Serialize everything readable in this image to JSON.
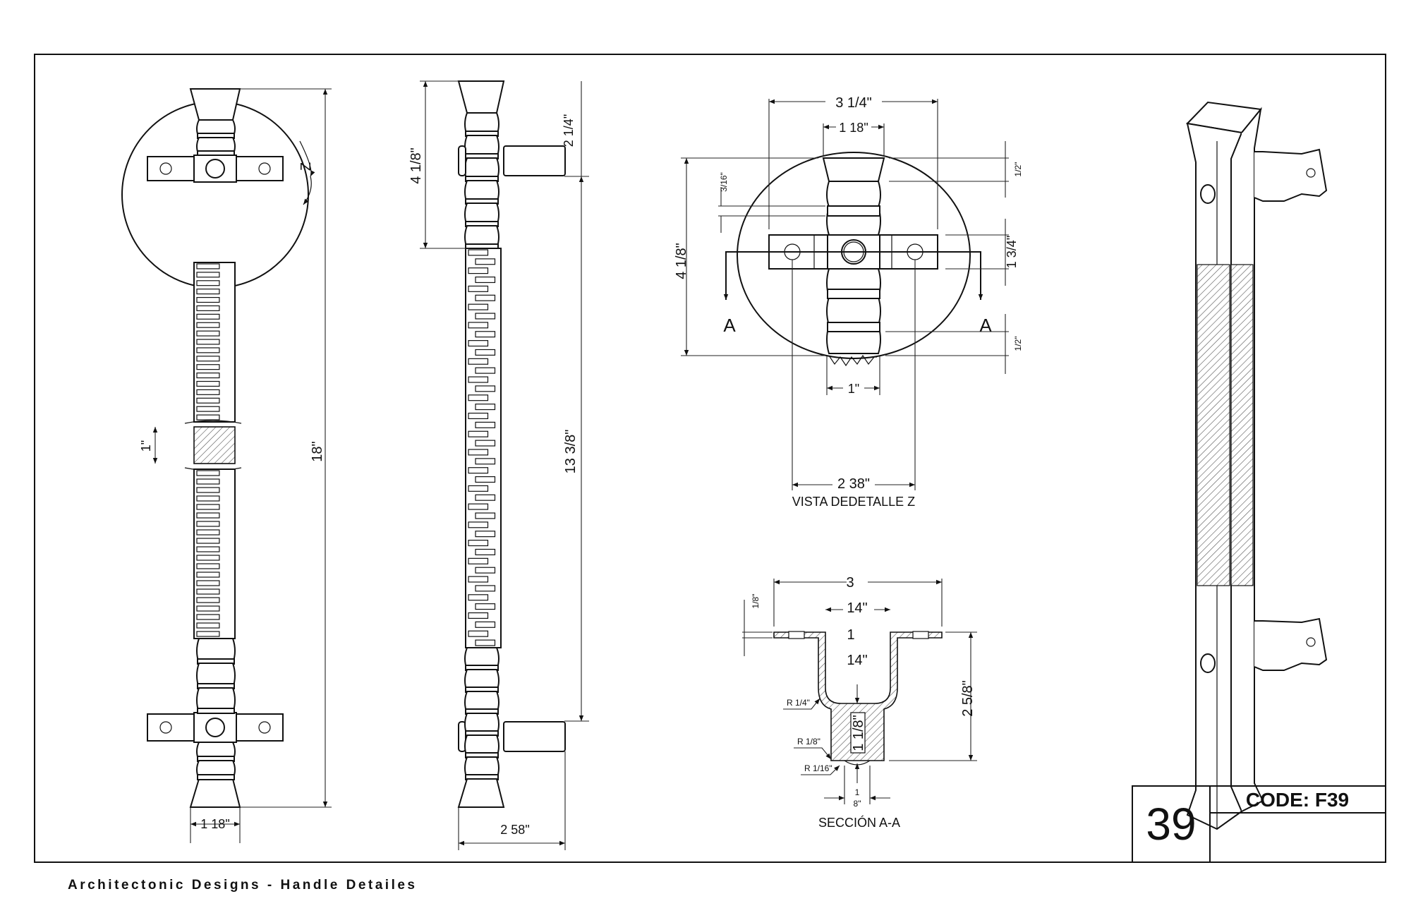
{
  "sheet": {
    "number": "39",
    "code": "CODE: F39",
    "footer": "Architectonic Designs - Handle Detailes"
  },
  "front_view": {
    "height": "18\"",
    "width": "1 18\"",
    "break_size": "1\"",
    "detail_marker": "Z"
  },
  "side_view": {
    "width": "2 58\"",
    "top_length": "4 1/8\"",
    "center_length": "13 3/8\"",
    "standoff": "2 1/4\""
  },
  "detail_z": {
    "title": "VISTA DEDETALLE Z",
    "overall_width": "3 1/4\"",
    "handle_width": "1 18\"",
    "bottom_width": "1\"",
    "hole_spacing": "2 38\"",
    "height": "4 1/8\"",
    "ring": "3/16\"",
    "top_cap": "1/2\"",
    "bottom_cap": "1/2\"",
    "bracket_height": "1 3/4\"",
    "section_mark": "A"
  },
  "section_aa": {
    "title": "SECCIÓN A-A",
    "overall_width": "3",
    "inner_width_top": "14\"",
    "inner_mid": "1",
    "inner_width_bottom": "14\"",
    "flange_thickness": "1/8\"",
    "depth": "2 5/8\"",
    "bore": "1 1/8\"",
    "radius_1": "R 1/4\"",
    "radius_2": "R 1/8\"",
    "radius_3": "R 1/16\"",
    "tip_width_num": "1",
    "tip_width_den": "8\""
  }
}
